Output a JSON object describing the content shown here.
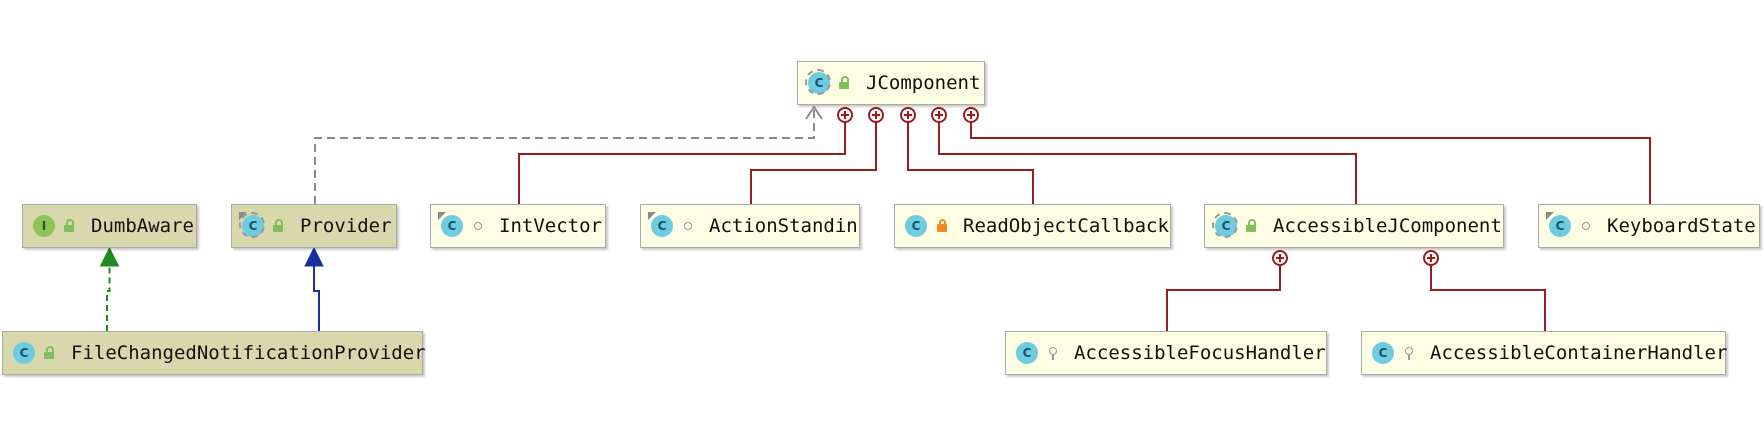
{
  "diagram": {
    "nodes": [
      {
        "id": "jcomponent",
        "label": "JComponent",
        "kind": "C",
        "abstract": true,
        "static": false,
        "visibility": "public",
        "highlight": false
      },
      {
        "id": "dumbaware",
        "label": "DumbAware",
        "kind": "I",
        "abstract": false,
        "static": false,
        "visibility": "public",
        "highlight": true
      },
      {
        "id": "provider",
        "label": "Provider",
        "kind": "C",
        "abstract": true,
        "static": true,
        "visibility": "public",
        "highlight": true
      },
      {
        "id": "intvector",
        "label": "IntVector",
        "kind": "C",
        "abstract": false,
        "static": true,
        "visibility": "package",
        "highlight": false
      },
      {
        "id": "actionstandin",
        "label": "ActionStandin",
        "kind": "C",
        "abstract": false,
        "static": true,
        "visibility": "package",
        "highlight": false
      },
      {
        "id": "readobjectcallback",
        "label": "ReadObjectCallback",
        "kind": "C",
        "abstract": false,
        "static": false,
        "visibility": "private",
        "highlight": false
      },
      {
        "id": "accessiblejcomponent",
        "label": "AccessibleJComponent",
        "kind": "C",
        "abstract": true,
        "static": false,
        "visibility": "public",
        "highlight": false
      },
      {
        "id": "keyboardstate",
        "label": "KeyboardState",
        "kind": "C",
        "abstract": false,
        "static": true,
        "visibility": "package",
        "highlight": false
      },
      {
        "id": "filechangednotificationprovider",
        "label": "FileChangedNotificationProvider",
        "kind": "C",
        "abstract": false,
        "static": false,
        "visibility": "public",
        "highlight": true
      },
      {
        "id": "accessiblefocushandler",
        "label": "AccessibleFocusHandler",
        "kind": "C",
        "abstract": false,
        "static": false,
        "visibility": "protected",
        "highlight": false
      },
      {
        "id": "accessiblecontainerhandler",
        "label": "AccessibleContainerHandler",
        "kind": "C",
        "abstract": false,
        "static": false,
        "visibility": "protected",
        "highlight": false
      }
    ],
    "edges": [
      {
        "from": "provider",
        "to": "jcomponent",
        "type": "dependency"
      },
      {
        "from": "intvector",
        "to": "jcomponent",
        "type": "inner"
      },
      {
        "from": "actionstandin",
        "to": "jcomponent",
        "type": "inner"
      },
      {
        "from": "readobjectcallback",
        "to": "jcomponent",
        "type": "inner"
      },
      {
        "from": "accessiblejcomponent",
        "to": "jcomponent",
        "type": "inner"
      },
      {
        "from": "keyboardstate",
        "to": "jcomponent",
        "type": "inner"
      },
      {
        "from": "filechangednotificationprovider",
        "to": "dumbaware",
        "type": "implements"
      },
      {
        "from": "filechangednotificationprovider",
        "to": "provider",
        "type": "extends"
      },
      {
        "from": "accessiblefocushandler",
        "to": "accessiblejcomponent",
        "type": "inner"
      },
      {
        "from": "accessiblecontainerhandler",
        "to": "accessiblejcomponent",
        "type": "inner"
      }
    ],
    "colors": {
      "inner": "#9b1c1c",
      "extends": "#1c2fa0",
      "implements": "#1f8a1f",
      "dependency": "#8a8a8a",
      "node_fill": "#fdfde3",
      "node_highlight_fill": "#d8d8ac"
    }
  }
}
